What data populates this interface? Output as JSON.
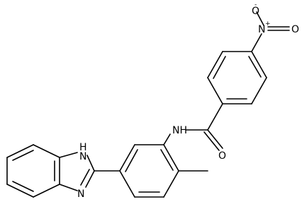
{
  "molecule": {
    "atoms": {
      "nitro_o_top": "O",
      "nitro_o_top_charge": "-",
      "nitro_n": "N",
      "nitro_n_charge": "+",
      "nitro_o_bottom": "O",
      "amide_n": "NH",
      "amide_o": "O",
      "imidazole_nh": "H",
      "imidazole_n_top": "N",
      "imidazole_n_bottom": "N"
    }
  }
}
